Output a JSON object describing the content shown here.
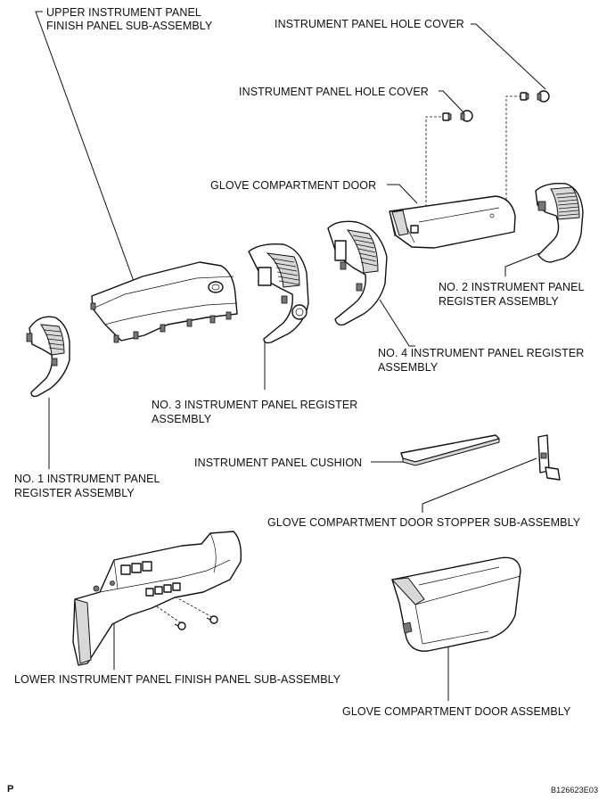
{
  "labels": {
    "upper_finish_panel_line1": "UPPER INSTRUMENT PANEL",
    "upper_finish_panel_line2": "FINISH PANEL SUB-ASSEMBLY",
    "hole_cover_top": "INSTRUMENT PANEL HOLE COVER",
    "hole_cover_mid": "INSTRUMENT PANEL HOLE COVER",
    "glove_compartment_door": "GLOVE COMPARTMENT DOOR",
    "no2_register_line1": "NO. 2 INSTRUMENT PANEL",
    "no2_register_line2": "REGISTER ASSEMBLY",
    "no4_register_line1": "NO. 4 INSTRUMENT PANEL REGISTER",
    "no4_register_line2": "ASSEMBLY",
    "no3_register_line1": "NO. 3 INSTRUMENT PANEL REGISTER",
    "no3_register_line2": "ASSEMBLY",
    "no1_register_line1": "NO. 1 INSTRUMENT PANEL",
    "no1_register_line2": "REGISTER ASSEMBLY",
    "cushion": "INSTRUMENT PANEL CUSHION",
    "door_stopper": "GLOVE COMPARTMENT DOOR STOPPER SUB-ASSEMBLY",
    "lower_finish_panel": "LOWER INSTRUMENT PANEL FINISH PANEL SUB-ASSEMBLY",
    "glove_door_assembly": "GLOVE COMPARTMENT DOOR ASSEMBLY"
  },
  "footer": {
    "corner_mark": "P",
    "figure_code": "B126623E03"
  }
}
